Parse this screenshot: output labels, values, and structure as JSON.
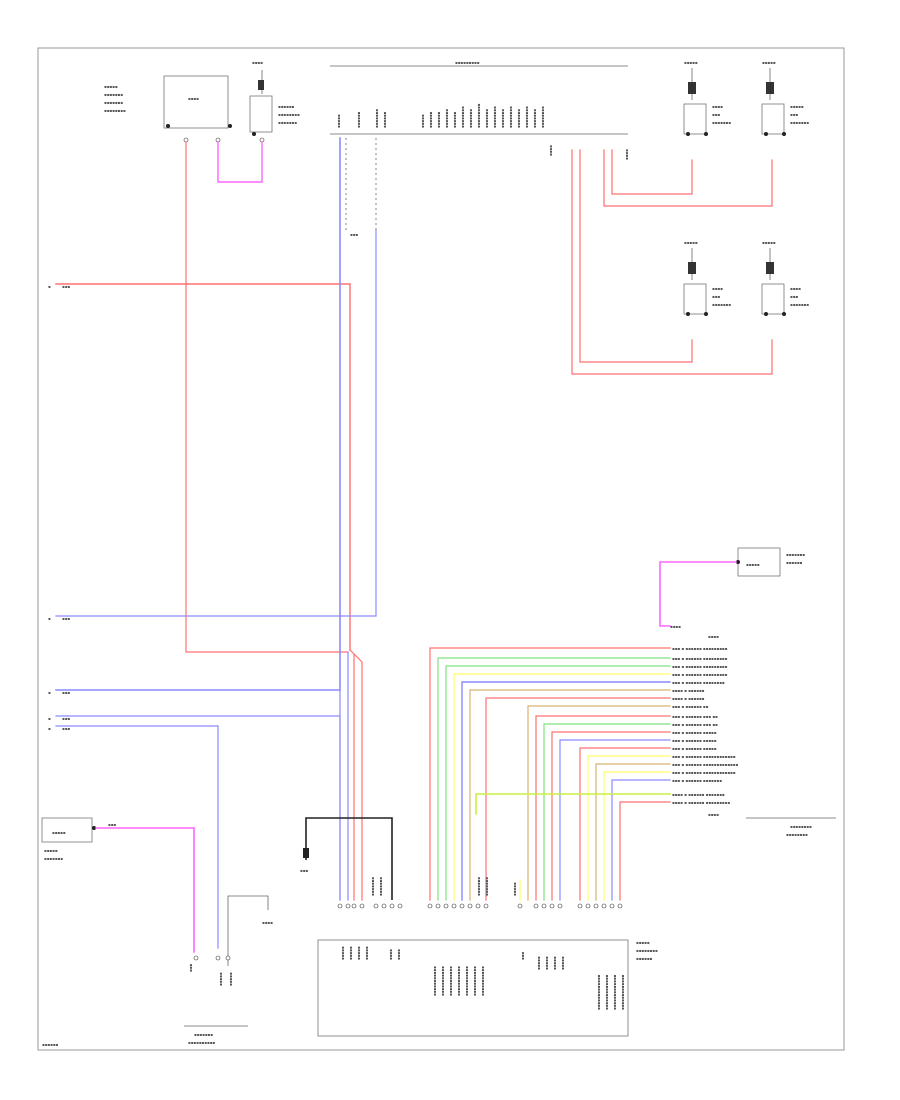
{
  "colors": {
    "red": "#ff7070",
    "pink": "#ff8080",
    "blue": "#8a8aff",
    "magenta": "#ff66ff",
    "green": "#7fe27f",
    "yellow": "#ffff66",
    "yellow_green": "#c8f040",
    "tan": "#d8b070",
    "dark": "#222222",
    "frame": "#999999"
  },
  "components": [
    "top-left-module",
    "top-switch",
    "top-connector-bar",
    "right-front-speaker",
    "right-rear-speaker",
    "left-front-speaker",
    "left-rear-speaker",
    "small-module-right",
    "small-module-left",
    "bottom-main-module",
    "ground-point",
    "bottom-connector"
  ]
}
